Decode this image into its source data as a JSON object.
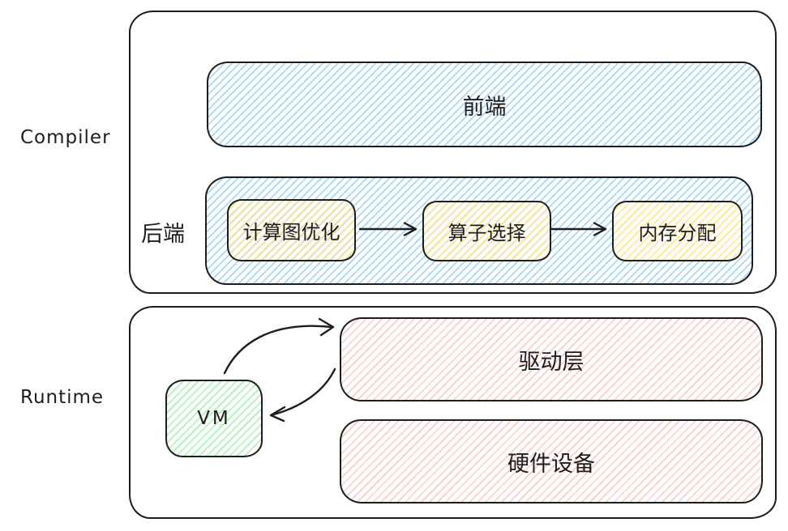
{
  "diagram": {
    "section_labels": {
      "compiler": "Compiler",
      "runtime": "Runtime"
    },
    "compiler": {
      "frontend": "前端",
      "backend_label": "后端",
      "backend_steps": [
        "计算图优化",
        "算子选择",
        "内存分配"
      ]
    },
    "runtime": {
      "vm": "VM",
      "driver": "驱动层",
      "hardware": "硬件设备"
    },
    "colors": {
      "stroke": "#1e1e1e",
      "background": "#ffffff",
      "blue_hatch": "#a5d8ff",
      "yellow_hatch": "#ffe999",
      "green_hatch": "#b2f2bb",
      "red_hatch": "#ffc9c9"
    }
  }
}
